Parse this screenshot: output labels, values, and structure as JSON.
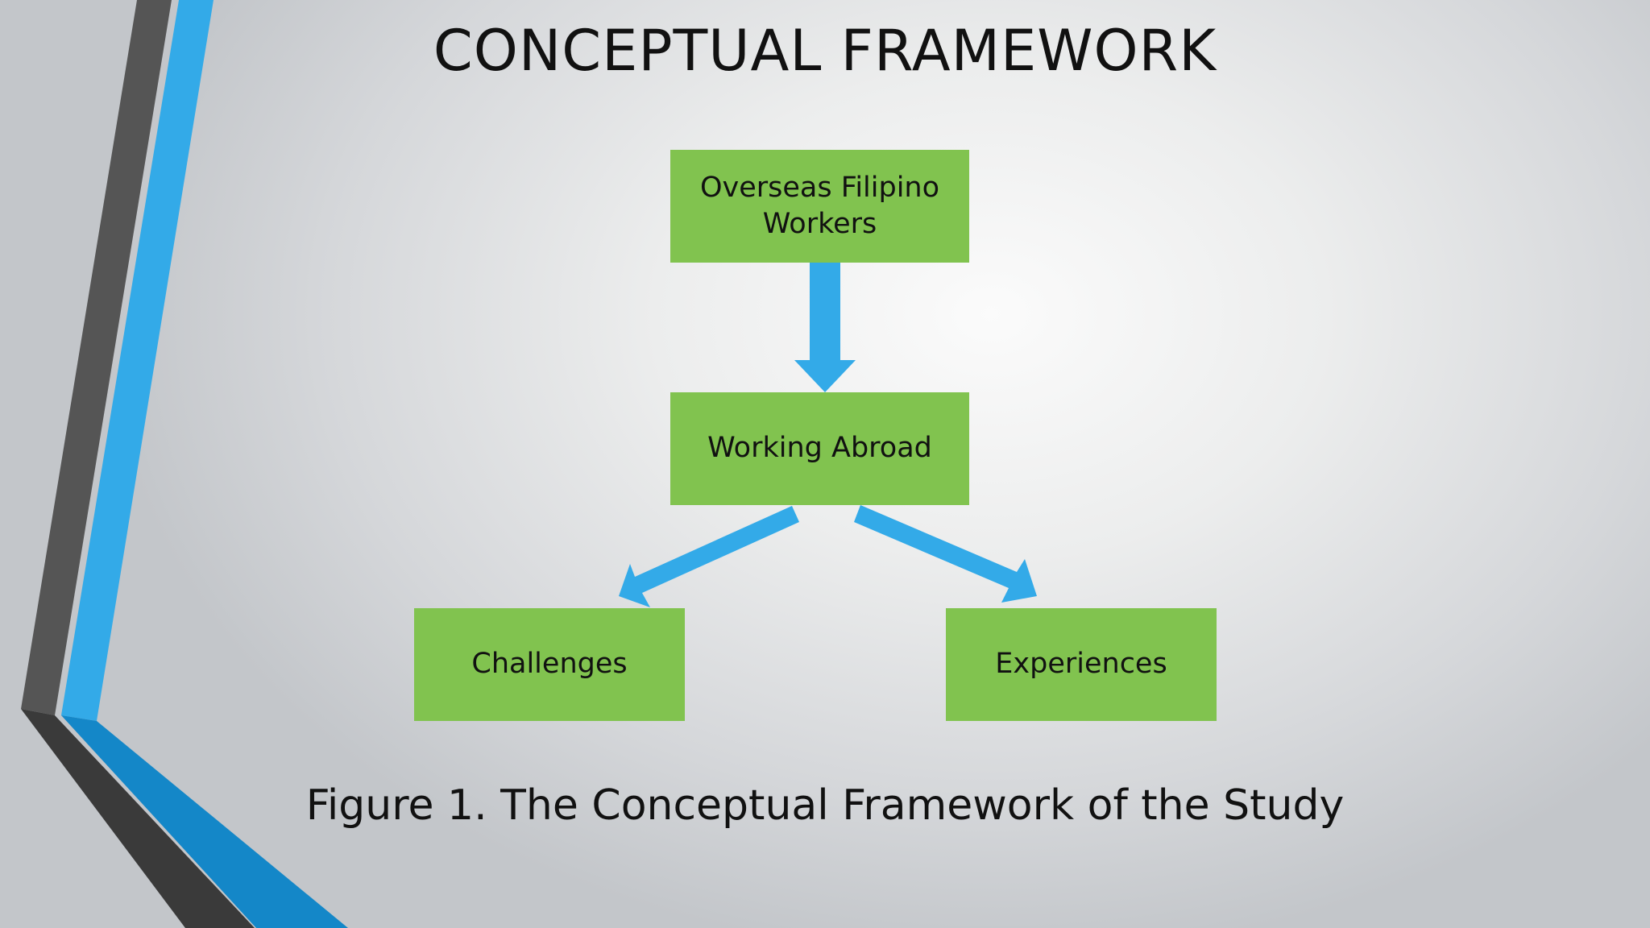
{
  "title": "CONCEPTUAL FRAMEWORK",
  "nodes": {
    "ofw": "Overseas Filipino Workers",
    "working_abroad": "Working Abroad",
    "challenges": "Challenges",
    "experiences": "Experiences"
  },
  "edges": [
    {
      "from": "Overseas Filipino Workers",
      "to": "Working Abroad"
    },
    {
      "from": "Working Abroad",
      "to": "Challenges"
    },
    {
      "from": "Working Abroad",
      "to": "Experiences"
    }
  ],
  "caption": "Figure 1. The Conceptual Framework of the Study",
  "colors": {
    "box_fill": "#81c34f",
    "arrow": "#33aae8",
    "stripe_dark": "#555555",
    "stripe_blue": "#33aae8",
    "stripe_blue_dark": "#1487c8"
  }
}
